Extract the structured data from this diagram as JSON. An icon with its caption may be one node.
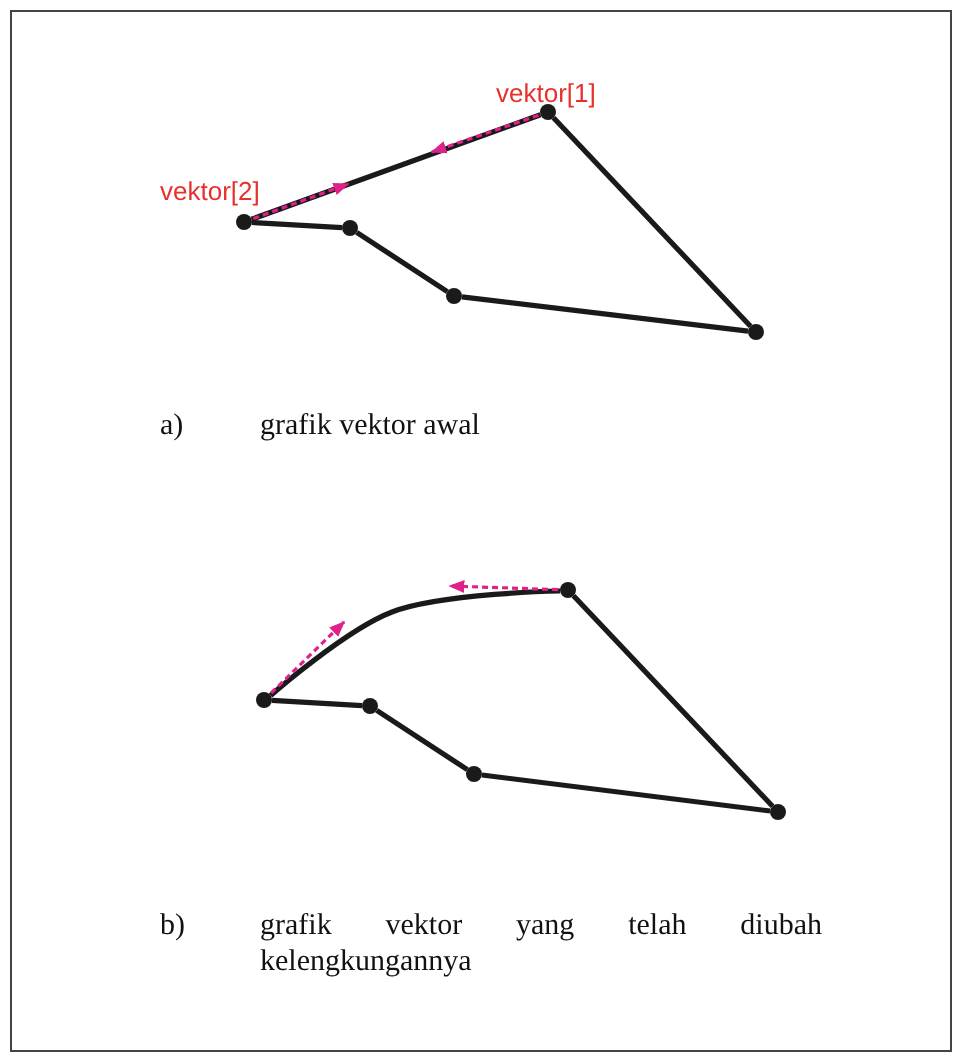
{
  "diagram": {
    "nodes": [
      {
        "text": [],
        "shape": "circle"
      },
      {
        "text": [],
        "shape": "circle"
      },
      {
        "text": [],
        "shape": "circle"
      },
      {
        "text": [],
        "shape": "circle"
      },
      {
        "text": [],
        "shape": "circle"
      },
      {
        "text": [],
        "shape": "circle"
      },
      {
        "text": [],
        "shape": "circle"
      },
      {
        "text": [],
        "shape": "circle"
      },
      {
        "text": [],
        "shape": "circle"
      },
      {
        "text": [],
        "shape": "circle"
      }
    ],
    "edges": [
      {
        "from": 0,
        "to": 1,
        "arrow": "none"
      },
      {
        "from": 1,
        "to": 2,
        "arrow": "none"
      },
      {
        "from": 2,
        "to": 3,
        "arrow": "none"
      },
      {
        "from": 3,
        "to": 4,
        "arrow": "none"
      },
      {
        "from": 4,
        "to": 0,
        "arrow": "none"
      },
      {
        "from": 5,
        "to": 6,
        "arrow": "none"
      },
      {
        "from": 6,
        "to": 7,
        "arrow": "none"
      },
      {
        "from": 7,
        "to": 8,
        "arrow": "none"
      },
      {
        "from": 8,
        "to": 9,
        "arrow": "none"
      },
      {
        "from": 9,
        "to": 5,
        "arrow": "none"
      }
    ],
    "labels": [
      "vektor[1]",
      "vektor[2]",
      "a)",
      "grafik vektor awal",
      "b)",
      "grafik vektor yang telah diubah kelengkungannya"
    ]
  }
}
